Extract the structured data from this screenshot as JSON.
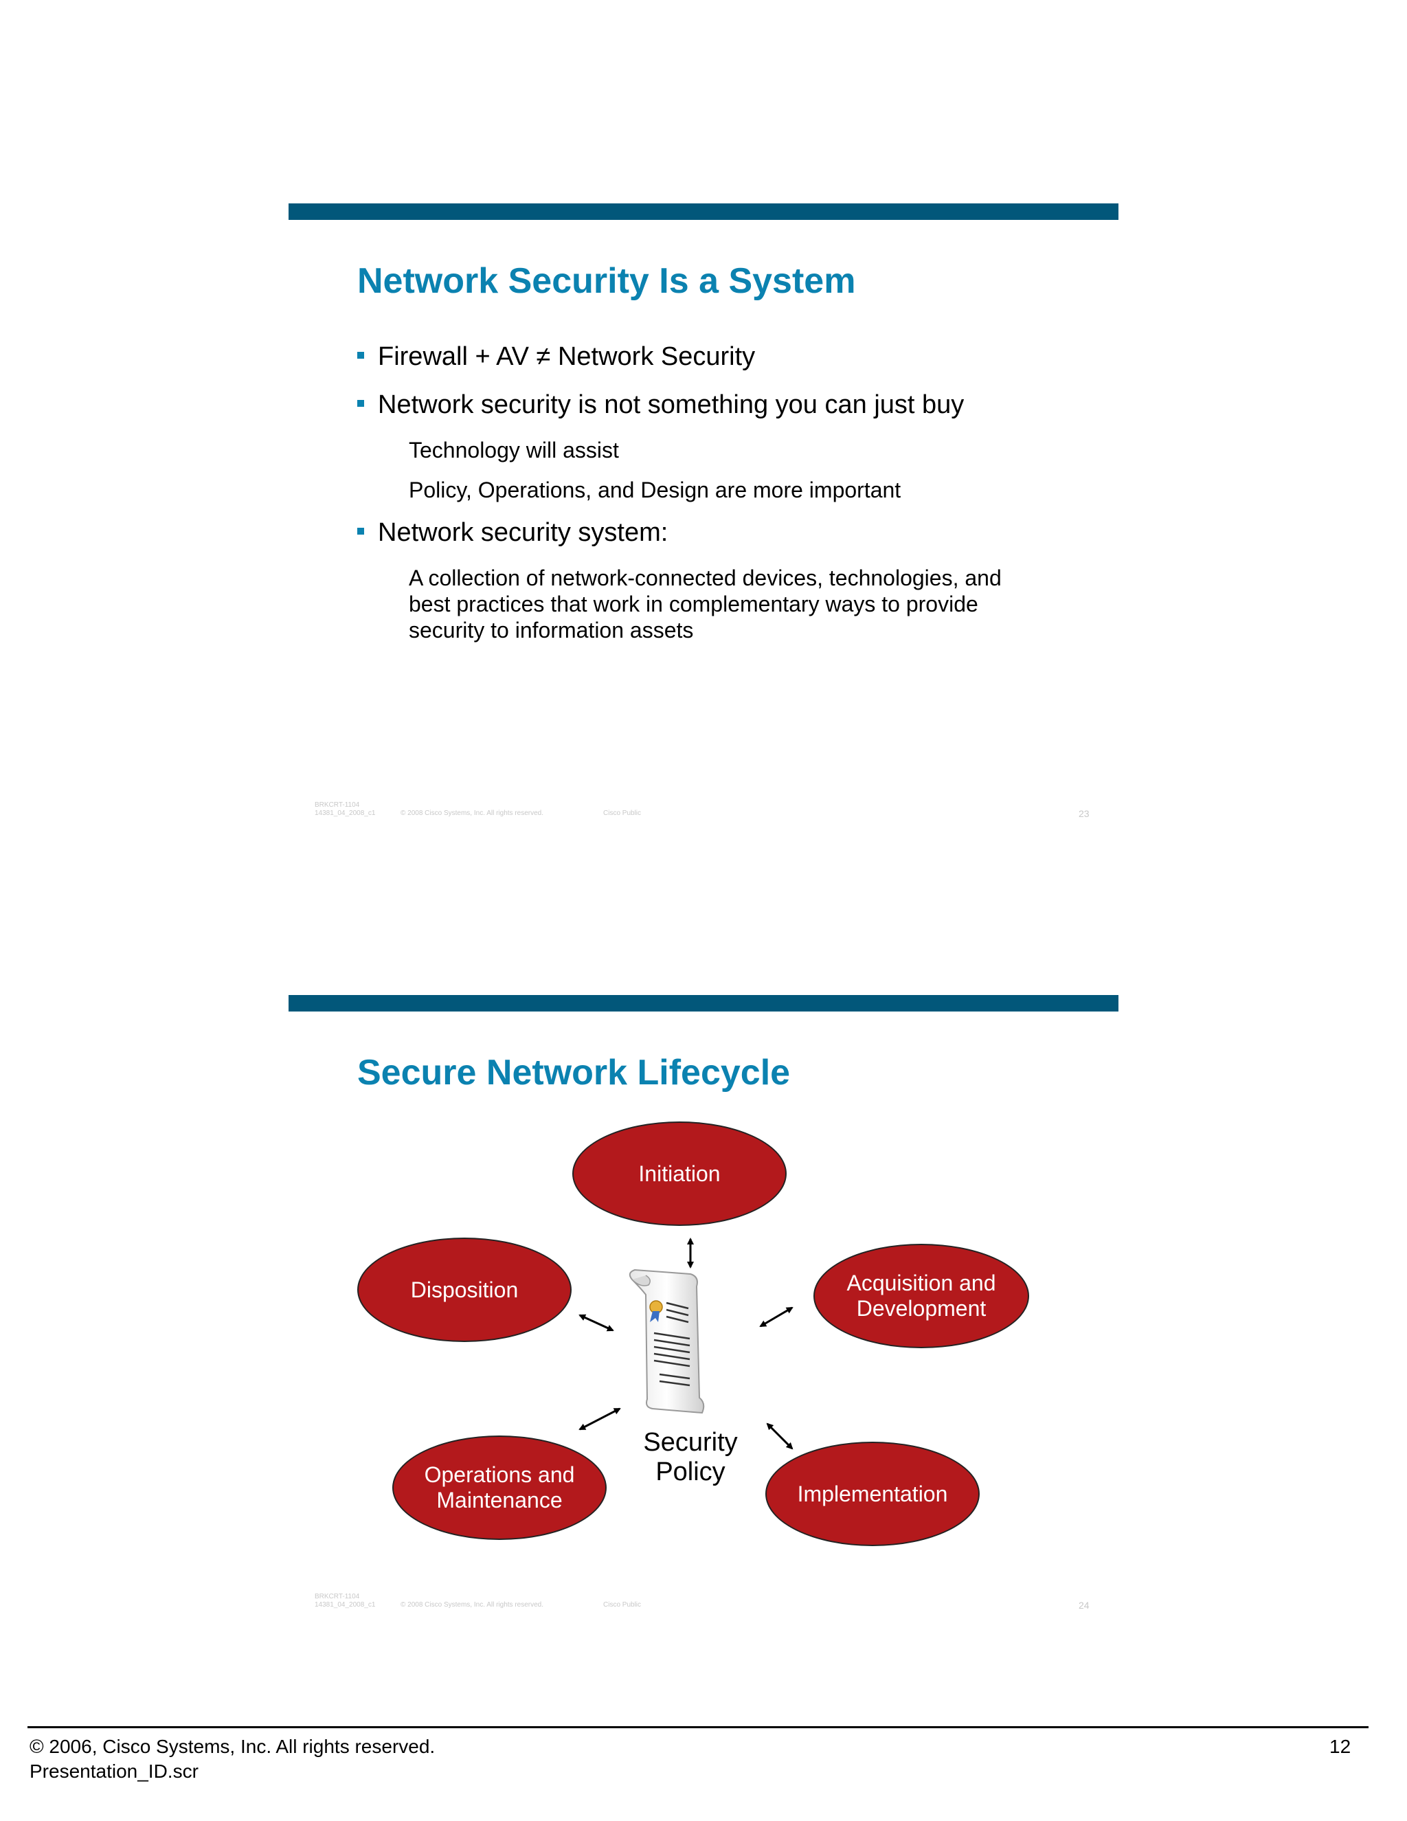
{
  "slide1": {
    "title": "Network Security Is a System",
    "bullets": [
      "Firewall + AV ≠ Network Security",
      "Network security is not something you can just buy",
      "Network security system:"
    ],
    "sub_items": [
      "Technology will assist",
      "Policy, Operations, and Design are more important",
      "A collection of network-connected devices, technologies, and best practices that work in complementary ways to provide security to information assets"
    ],
    "footer": {
      "code": "BRKCRT-1104",
      "id": "14381_04_2008_c1",
      "copyright": "© 2008 Cisco Systems, Inc. All rights reserved.",
      "classification": "Cisco Public",
      "number": "23"
    }
  },
  "slide2": {
    "title": "Secure Network Lifecycle",
    "center_label": "Security Policy",
    "center_icon": "policy-scroll-icon",
    "phases": [
      "Initiation",
      "Acquisition and Development",
      "Implementation",
      "Operations and Maintenance",
      "Disposition"
    ],
    "phase_color": "#b3191c",
    "footer": {
      "code": "BRKCRT-1104",
      "id": "14381_04_2008_c1",
      "copyright": "© 2008 Cisco Systems, Inc. All rights reserved.",
      "classification": "Cisco Public",
      "number": "24"
    }
  },
  "accent_color": "#02577a",
  "title_color": "#0b82b0",
  "page_footer": {
    "copyright": "© 2006, Cisco Systems, Inc. All rights reserved.",
    "presentation_id": "Presentation_ID.scr",
    "page_number": "12"
  }
}
